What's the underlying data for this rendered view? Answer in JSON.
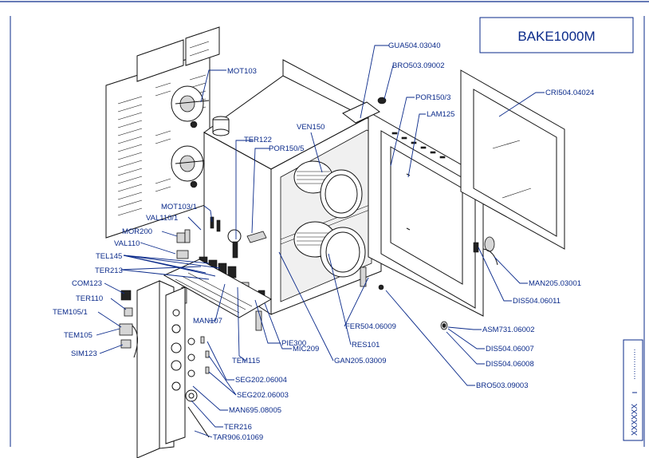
{
  "title": "BAKE1000M",
  "side_code": "XXXXXX",
  "labels": {
    "mot103": "MOT103",
    "gua504": "GUA504.03040",
    "bro503_09002": "BRO503.09002",
    "por150_3": "POR150/3",
    "cri504": "CRI504.04024",
    "lam125": "LAM125",
    "ven150": "VEN150",
    "ter122": "TER122",
    "por150_5": "POR150/5",
    "mot103_1": "MOT103/1",
    "val110_1": "VAL110/1",
    "mor200": "MOR200",
    "val110": "VAL110",
    "tel145": "TEL145",
    "ter213": "TER213",
    "com123": "COM123",
    "ter110": "TER110",
    "tem105_1": "TEM105/1",
    "tem105": "TEM105",
    "sim123": "SIM123",
    "man107": "MAN107",
    "tem115": "TEM115",
    "pie300": "PIE300",
    "mic209": "MIC209",
    "gan205": "GAN205.03009",
    "res101": "RES101",
    "fer504": "FER504.06009",
    "seg202_06004": "SEG202.06004",
    "seg202_06003": "SEG202.06003",
    "man695": "MAN695.08005",
    "ter216": "TER216",
    "tar906": "TAR906.01069",
    "man205": "MAN205.03001",
    "dis504_06011": "DIS504.06011",
    "asm731": "ASM731.06002",
    "dis504_06007": "DIS504.06007",
    "dis504_06008": "DIS504.06008",
    "bro503_09003": "BRO503.09003"
  },
  "colors": {
    "label_blue": "#0a2a8a",
    "line": "#111111"
  }
}
